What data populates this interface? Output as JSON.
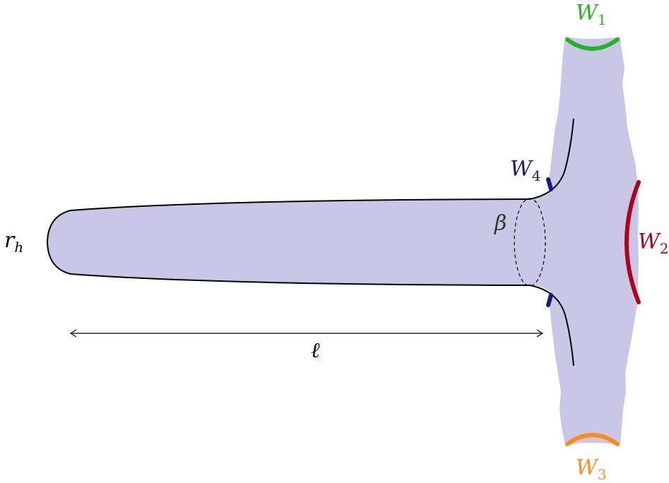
{
  "labels": {
    "w1": {
      "main": "W",
      "sub": "1",
      "color": "#22b422"
    },
    "w2": {
      "main": "W",
      "sub": "2",
      "color": "#b0001a"
    },
    "w3": {
      "main": "W",
      "sub": "3",
      "color": "#ff8c1a"
    },
    "w4": {
      "main": "W",
      "sub": "4",
      "color": "#1a1a80"
    },
    "rh": {
      "main": "r",
      "sub": "h"
    },
    "beta": "β",
    "ell": "ℓ"
  },
  "colors": {
    "fill": "#c8c8e6",
    "outline": "#000000",
    "w1": "#22b422",
    "w2": "#b0001a",
    "w3": "#ff8c1a",
    "w4": "#1a1a80"
  }
}
